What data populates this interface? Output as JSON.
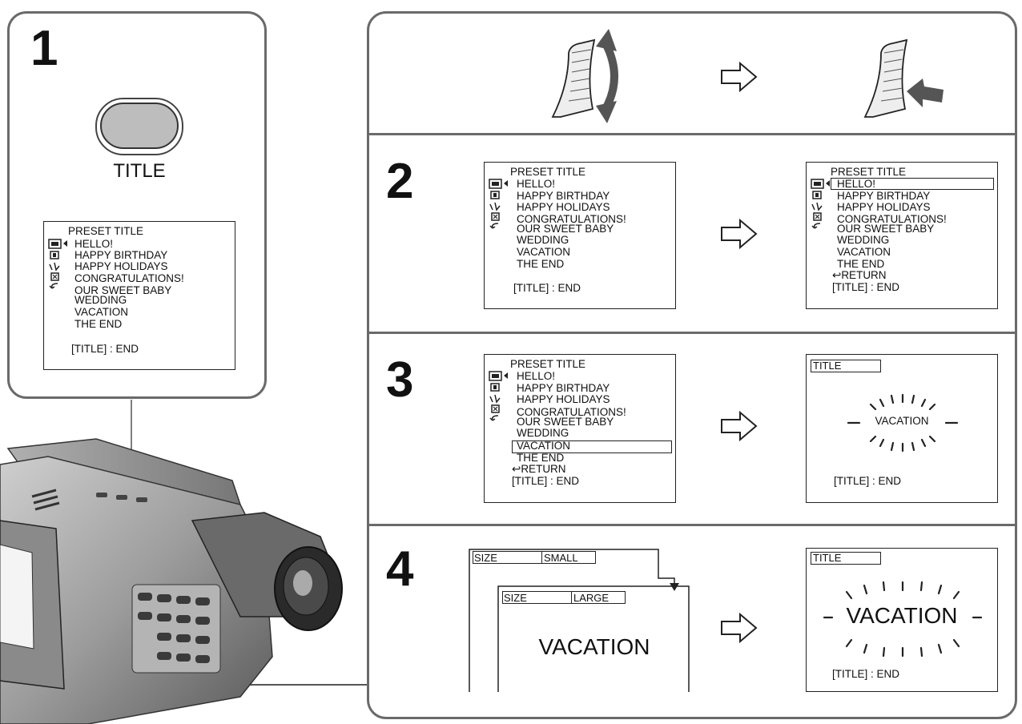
{
  "steps": {
    "s1": "1",
    "s2": "2",
    "s3": "3",
    "s4": "4"
  },
  "button_label": "TITLE",
  "preset_menu": {
    "header": "PRESET TITLE",
    "items": [
      "HELLO!",
      "HAPPY BIRTHDAY",
      "HAPPY HOLIDAYS",
      "CONGRATULATIONS!",
      "OUR SWEET BABY",
      "WEDDING",
      "VACATION",
      "THE END"
    ],
    "return_label": "RETURN",
    "footer": "[TITLE] : END"
  },
  "title_screen": {
    "tag": "TITLE",
    "text": "VACATION",
    "footer": "[TITLE] : END"
  },
  "size_screens": {
    "small": {
      "label": "SIZE",
      "value": "SMALL"
    },
    "large": {
      "label": "SIZE",
      "value": "LARGE"
    },
    "text": "VACATION"
  }
}
